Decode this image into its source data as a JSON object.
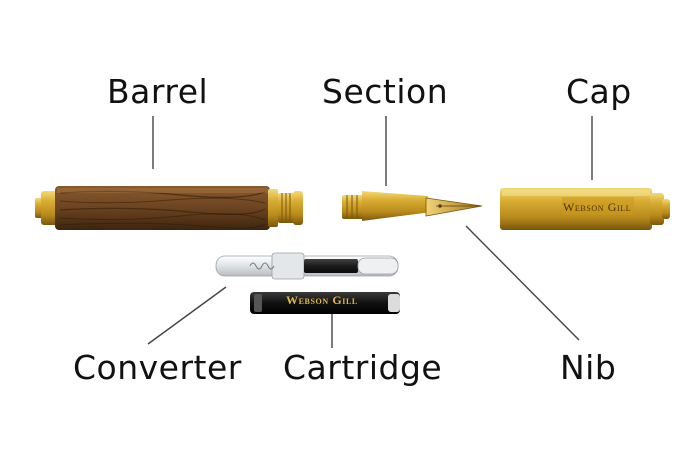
{
  "labels": {
    "barrel": "Barrel",
    "section": "Section",
    "cap": "Cap",
    "converter": "Converter",
    "cartridge": "Cartridge",
    "nib": "Nib"
  },
  "brand": {
    "cap_imprint": "Webson Gill",
    "cartridge_imprint": "Webson Gill"
  },
  "colors": {
    "brass": "#d4a82c",
    "brass_dark": "#8a6410",
    "wood": "#6b4420",
    "wood_dark": "#3d2410",
    "leader": "#444444",
    "cartridge": "#111111",
    "brand_gold": "#e0b84a"
  }
}
